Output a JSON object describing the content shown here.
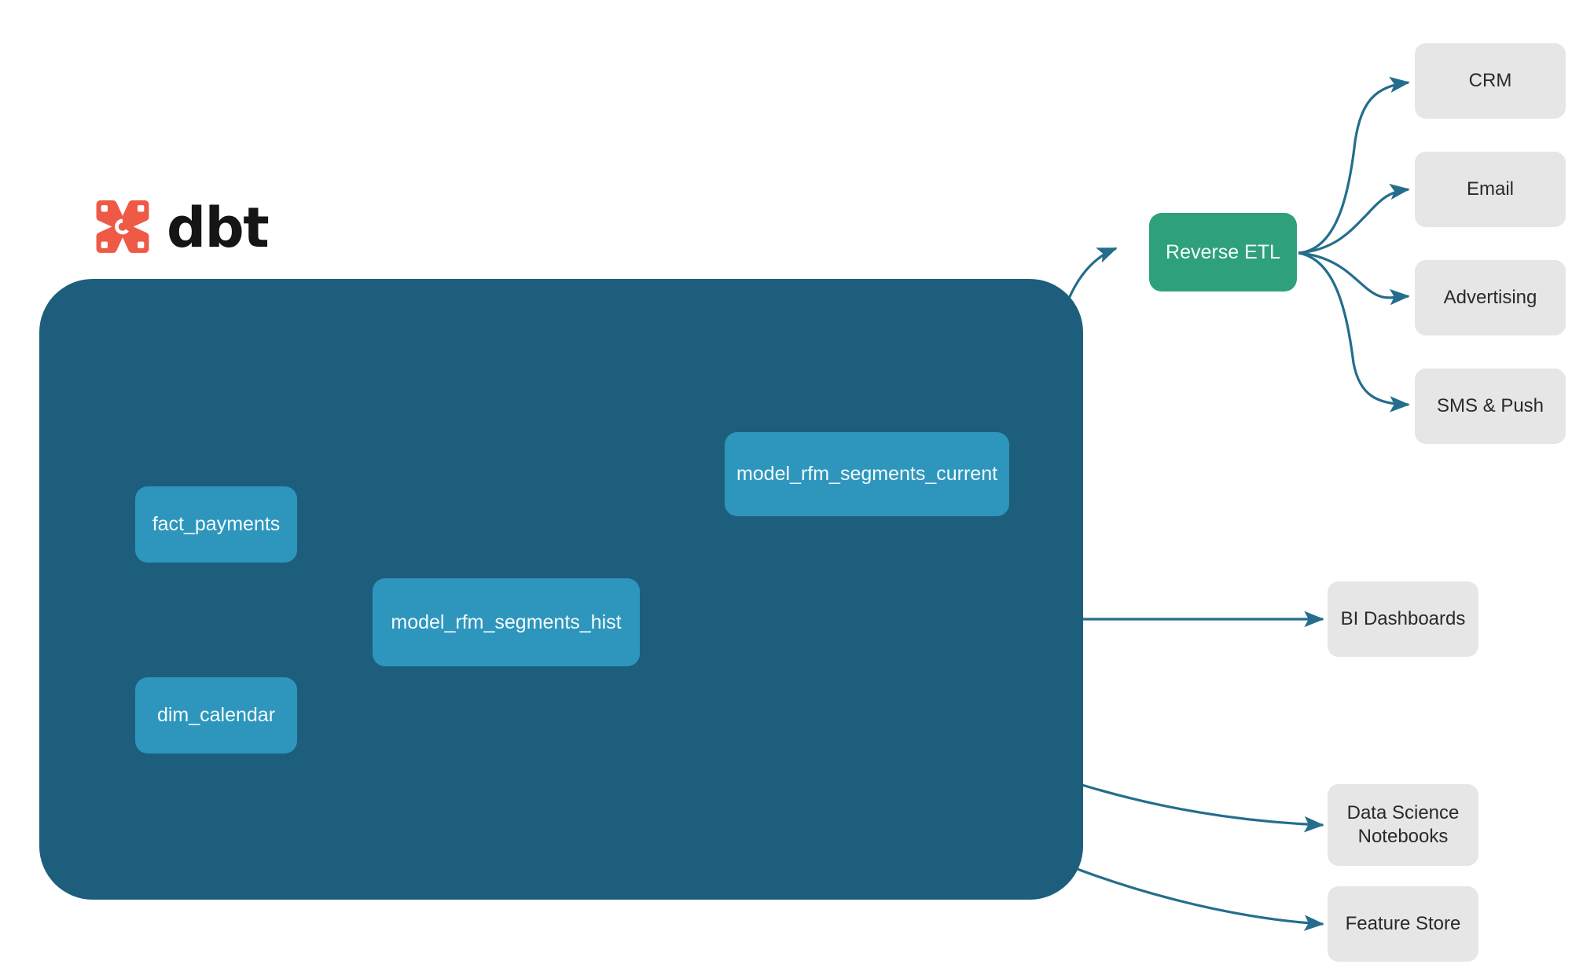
{
  "brand": {
    "name": "dbt",
    "logo_icon": "dbt-logo-icon",
    "logo_color": "#EE5A46",
    "wordmark_color": "#151515"
  },
  "theme": {
    "page_background": "#FFFFFF",
    "container_fill": "#1D5E7C",
    "model_node_fill": "#2E96BC",
    "reverse_etl_fill": "#2FA07C",
    "destination_fill": "#E6E6E6",
    "edge_color": "#256D8D",
    "inner_edge_color": "#2E87A8",
    "node_text_color": "#F2FBFF",
    "destination_text_color": "#2A2A2A"
  },
  "project": {
    "container_label": "",
    "models": [
      {
        "id": "fact_payments",
        "label": "fact_payments"
      },
      {
        "id": "dim_calendar",
        "label": "dim_calendar"
      },
      {
        "id": "model_rfm_segments_hist",
        "label": "model_rfm_segments_hist"
      },
      {
        "id": "model_rfm_segments_current",
        "label": "model_rfm_segments_current"
      }
    ]
  },
  "activation": {
    "hub": {
      "id": "reverse_etl",
      "label": "Reverse ETL"
    },
    "channels": [
      {
        "id": "crm",
        "label": "CRM"
      },
      {
        "id": "email",
        "label": "Email"
      },
      {
        "id": "advertising",
        "label": "Advertising"
      },
      {
        "id": "sms_push",
        "label": "SMS & Push"
      }
    ]
  },
  "consumers": [
    {
      "id": "bi_dashboards",
      "label": "BI Dashboards"
    },
    {
      "id": "ds_notebooks",
      "label": "Data Science\nNotebooks",
      "line1": "Data Science",
      "line2": "Notebooks"
    },
    {
      "id": "feature_store",
      "label": "Feature Store"
    }
  ],
  "edges": [
    {
      "from": "fact_payments",
      "to": "model_rfm_segments_hist",
      "style": "inner"
    },
    {
      "from": "dim_calendar",
      "to": "model_rfm_segments_hist",
      "style": "inner"
    },
    {
      "from": "model_rfm_segments_hist",
      "to": "model_rfm_segments_current",
      "style": "inner"
    },
    {
      "from": "model_rfm_segments_current",
      "to": "reverse_etl",
      "style": "outer"
    },
    {
      "from": "reverse_etl",
      "to": "crm",
      "style": "outer"
    },
    {
      "from": "reverse_etl",
      "to": "email",
      "style": "outer"
    },
    {
      "from": "reverse_etl",
      "to": "advertising",
      "style": "outer"
    },
    {
      "from": "reverse_etl",
      "to": "sms_push",
      "style": "outer"
    },
    {
      "from": "model_rfm_segments_hist",
      "to": "bi_dashboards",
      "style": "outer"
    },
    {
      "from": "model_rfm_segments_hist",
      "to": "ds_notebooks",
      "style": "outer"
    },
    {
      "from": "model_rfm_segments_hist",
      "to": "feature_store",
      "style": "outer"
    }
  ]
}
